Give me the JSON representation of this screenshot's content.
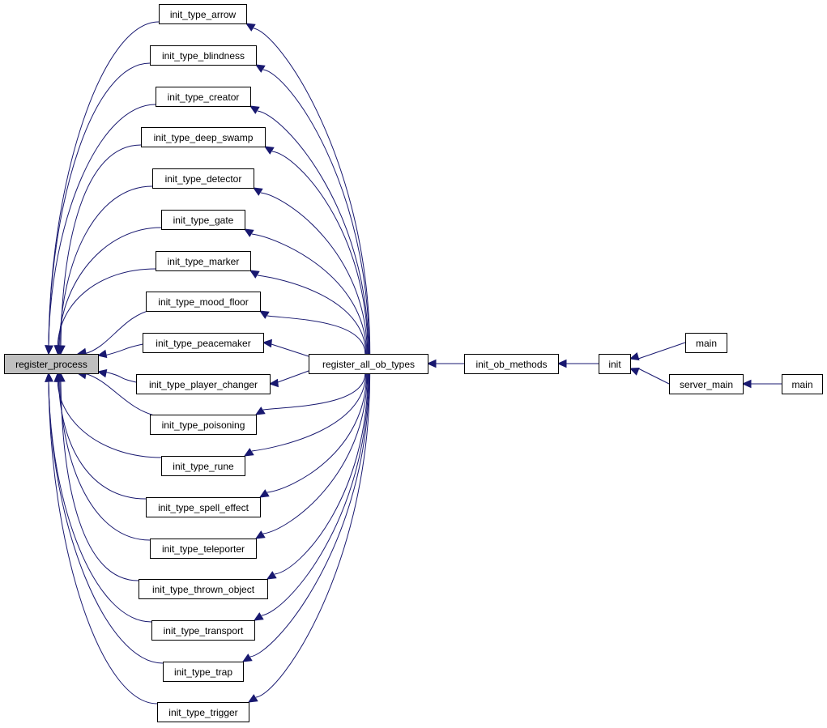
{
  "graph": {
    "title": "register_process caller graph",
    "edge_color": "#191970",
    "root_fill": "#bfbfbf",
    "node_fill": "#ffffff",
    "nodes": [
      {
        "id": "register_process",
        "label": "register_process",
        "root": true
      },
      {
        "id": "init_type_arrow",
        "label": "init_type_arrow"
      },
      {
        "id": "init_type_blindness",
        "label": "init_type_blindness"
      },
      {
        "id": "init_type_creator",
        "label": "init_type_creator"
      },
      {
        "id": "init_type_deep_swamp",
        "label": "init_type_deep_swamp"
      },
      {
        "id": "init_type_detector",
        "label": "init_type_detector"
      },
      {
        "id": "init_type_gate",
        "label": "init_type_gate"
      },
      {
        "id": "init_type_marker",
        "label": "init_type_marker"
      },
      {
        "id": "init_type_mood_floor",
        "label": "init_type_mood_floor"
      },
      {
        "id": "init_type_peacemaker",
        "label": "init_type_peacemaker"
      },
      {
        "id": "init_type_player_changer",
        "label": "init_type_player_changer"
      },
      {
        "id": "init_type_poisoning",
        "label": "init_type_poisoning"
      },
      {
        "id": "init_type_rune",
        "label": "init_type_rune"
      },
      {
        "id": "init_type_spell_effect",
        "label": "init_type_spell_effect"
      },
      {
        "id": "init_type_teleporter",
        "label": "init_type_teleporter"
      },
      {
        "id": "init_type_thrown_object",
        "label": "init_type_thrown_object"
      },
      {
        "id": "init_type_transport",
        "label": "init_type_transport"
      },
      {
        "id": "init_type_trap",
        "label": "init_type_trap"
      },
      {
        "id": "init_type_trigger",
        "label": "init_type_trigger"
      },
      {
        "id": "register_all_ob_types",
        "label": "register_all_ob_types"
      },
      {
        "id": "init_ob_methods",
        "label": "init_ob_methods"
      },
      {
        "id": "init",
        "label": "init"
      },
      {
        "id": "main_1",
        "label": "main"
      },
      {
        "id": "server_main",
        "label": "server_main"
      },
      {
        "id": "main_2",
        "label": "main"
      }
    ],
    "edges": [
      {
        "from": "init_type_arrow",
        "to": "register_process"
      },
      {
        "from": "init_type_blindness",
        "to": "register_process"
      },
      {
        "from": "init_type_creator",
        "to": "register_process"
      },
      {
        "from": "init_type_deep_swamp",
        "to": "register_process"
      },
      {
        "from": "init_type_detector",
        "to": "register_process"
      },
      {
        "from": "init_type_gate",
        "to": "register_process"
      },
      {
        "from": "init_type_marker",
        "to": "register_process"
      },
      {
        "from": "init_type_mood_floor",
        "to": "register_process"
      },
      {
        "from": "init_type_peacemaker",
        "to": "register_process"
      },
      {
        "from": "init_type_player_changer",
        "to": "register_process"
      },
      {
        "from": "init_type_poisoning",
        "to": "register_process"
      },
      {
        "from": "init_type_rune",
        "to": "register_process"
      },
      {
        "from": "init_type_spell_effect",
        "to": "register_process"
      },
      {
        "from": "init_type_teleporter",
        "to": "register_process"
      },
      {
        "from": "init_type_thrown_object",
        "to": "register_process"
      },
      {
        "from": "init_type_transport",
        "to": "register_process"
      },
      {
        "from": "init_type_trap",
        "to": "register_process"
      },
      {
        "from": "init_type_trigger",
        "to": "register_process"
      },
      {
        "from": "register_all_ob_types",
        "to": "init_type_arrow"
      },
      {
        "from": "register_all_ob_types",
        "to": "init_type_blindness"
      },
      {
        "from": "register_all_ob_types",
        "to": "init_type_creator"
      },
      {
        "from": "register_all_ob_types",
        "to": "init_type_deep_swamp"
      },
      {
        "from": "register_all_ob_types",
        "to": "init_type_detector"
      },
      {
        "from": "register_all_ob_types",
        "to": "init_type_gate"
      },
      {
        "from": "register_all_ob_types",
        "to": "init_type_marker"
      },
      {
        "from": "register_all_ob_types",
        "to": "init_type_mood_floor"
      },
      {
        "from": "register_all_ob_types",
        "to": "init_type_peacemaker"
      },
      {
        "from": "register_all_ob_types",
        "to": "init_type_player_changer"
      },
      {
        "from": "register_all_ob_types",
        "to": "init_type_poisoning"
      },
      {
        "from": "register_all_ob_types",
        "to": "init_type_rune"
      },
      {
        "from": "register_all_ob_types",
        "to": "init_type_spell_effect"
      },
      {
        "from": "register_all_ob_types",
        "to": "init_type_teleporter"
      },
      {
        "from": "register_all_ob_types",
        "to": "init_type_thrown_object"
      },
      {
        "from": "register_all_ob_types",
        "to": "init_type_transport"
      },
      {
        "from": "register_all_ob_types",
        "to": "init_type_trap"
      },
      {
        "from": "register_all_ob_types",
        "to": "init_type_trigger"
      },
      {
        "from": "init_ob_methods",
        "to": "register_all_ob_types"
      },
      {
        "from": "init",
        "to": "init_ob_methods"
      },
      {
        "from": "main_1",
        "to": "init"
      },
      {
        "from": "server_main",
        "to": "init"
      },
      {
        "from": "main_2",
        "to": "server_main"
      }
    ]
  }
}
